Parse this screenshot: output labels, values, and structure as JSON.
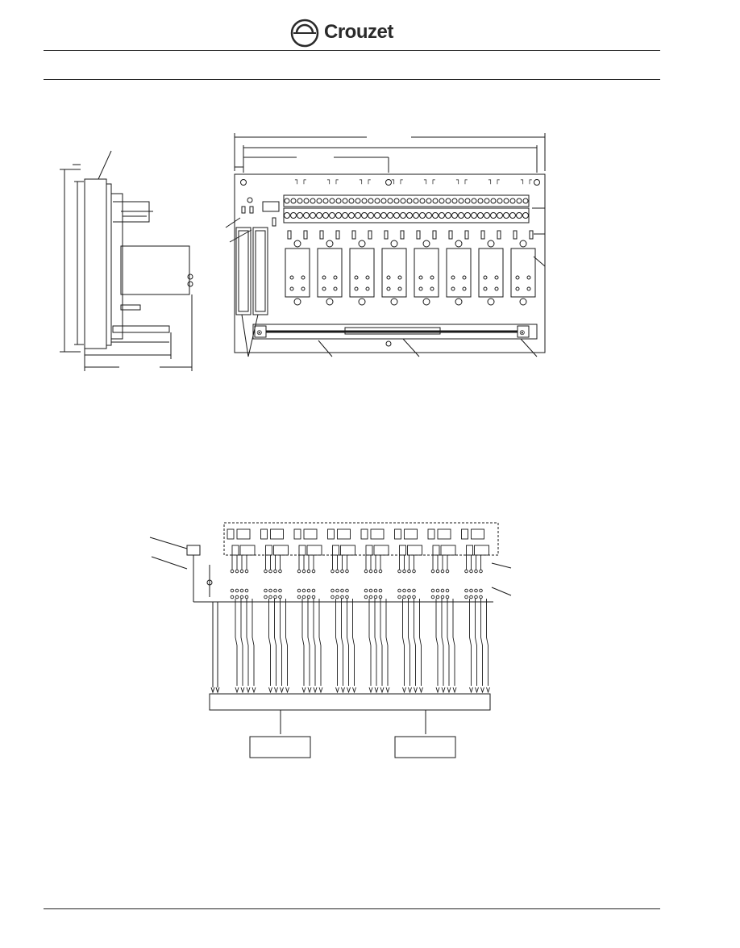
{
  "header": {
    "brand": "Crouzet"
  },
  "colors": {
    "ink": "#1a1a1a",
    "background": "#ffffff"
  },
  "figures": {
    "mechanical_drawing": {
      "relay_channels": 8
    },
    "wiring_diagram": {
      "relay_channels": 8
    }
  }
}
